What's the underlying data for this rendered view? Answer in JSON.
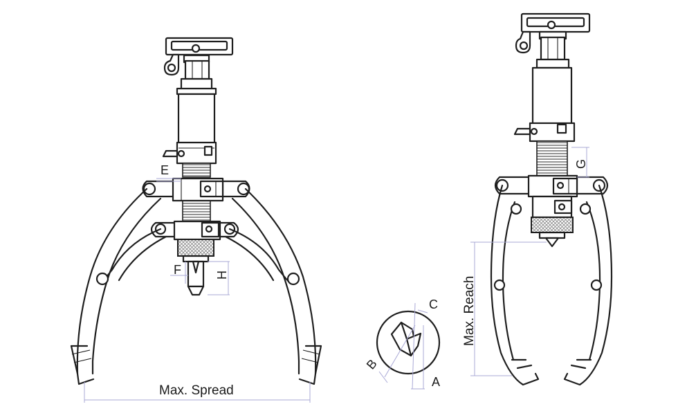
{
  "labels": {
    "max_spread": "Max. Spread",
    "max_reach": "Max. Reach",
    "e": "E",
    "f": "F",
    "h": "H",
    "g": "G",
    "a": "A",
    "b": "B",
    "c": "C"
  },
  "colors": {
    "line": "#1e1e1e",
    "dimension": "#a9a8d6",
    "knurl": "#cfcfcf"
  }
}
